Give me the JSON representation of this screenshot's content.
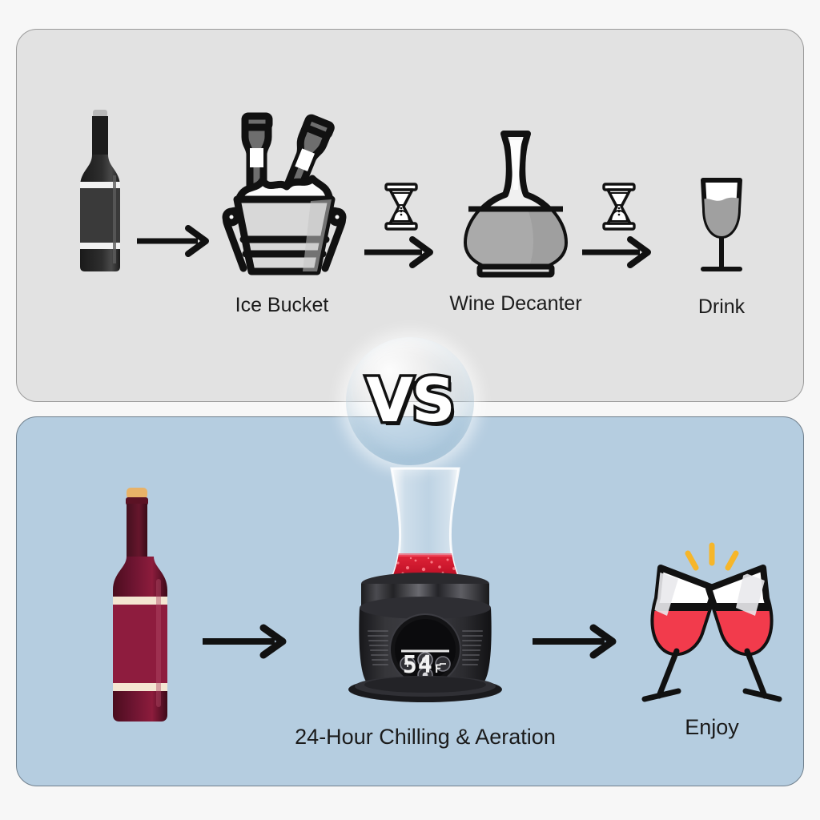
{
  "page": {
    "background": "#f7f7f7",
    "badge_label": "VS"
  },
  "panels": {
    "traditional": {
      "name": "traditional-method-panel",
      "background": "#e2e2e2",
      "steps": [
        {
          "icon": "wine-bottle-icon",
          "label": ""
        },
        {
          "icon": "ice-bucket-icon",
          "label": "Ice Bucket"
        },
        {
          "icon": "wine-decanter-icon",
          "label": "Wine Decanter"
        },
        {
          "icon": "wine-glass-icon",
          "label": "Drink"
        }
      ],
      "connectors": [
        {
          "icon": "arrow-right-icon",
          "timer": false
        },
        {
          "icon": "arrow-right-icon",
          "timer": true,
          "timer_icon": "hourglass-icon"
        },
        {
          "icon": "arrow-right-icon",
          "timer": true,
          "timer_icon": "hourglass-icon"
        }
      ]
    },
    "product": {
      "name": "product-method-panel",
      "background": "#b5cde0",
      "steps": [
        {
          "icon": "red-wine-bottle-icon",
          "label": ""
        },
        {
          "icon": "wine-chiller-decanter-icon",
          "label": "24-Hour Chilling & Aeration"
        },
        {
          "icon": "cheers-glasses-icon",
          "label": "Enjoy"
        }
      ],
      "connectors": [
        {
          "icon": "arrow-right-icon"
        },
        {
          "icon": "arrow-right-icon"
        }
      ],
      "device": {
        "display_value": "54",
        "display_unit": "F",
        "buttons": [
          {
            "icon": "plus-button-icon",
            "label": "+"
          },
          {
            "icon": "power-button-icon",
            "label": ""
          },
          {
            "icon": "minus-button-icon",
            "label": "−"
          },
          {
            "icon": "mode-button-icon",
            "label": ""
          }
        ]
      }
    }
  },
  "colors": {
    "panel_top_bg": "#e2e2e2",
    "panel_bottom_bg": "#b5cde0",
    "outline": "#111111",
    "wine_red": "#c01c2e",
    "wine_dark": "#5e1026",
    "cork_gold": "#e8b268",
    "device_black": "#2b2b2e",
    "spark_yellow": "#f6b62a"
  }
}
